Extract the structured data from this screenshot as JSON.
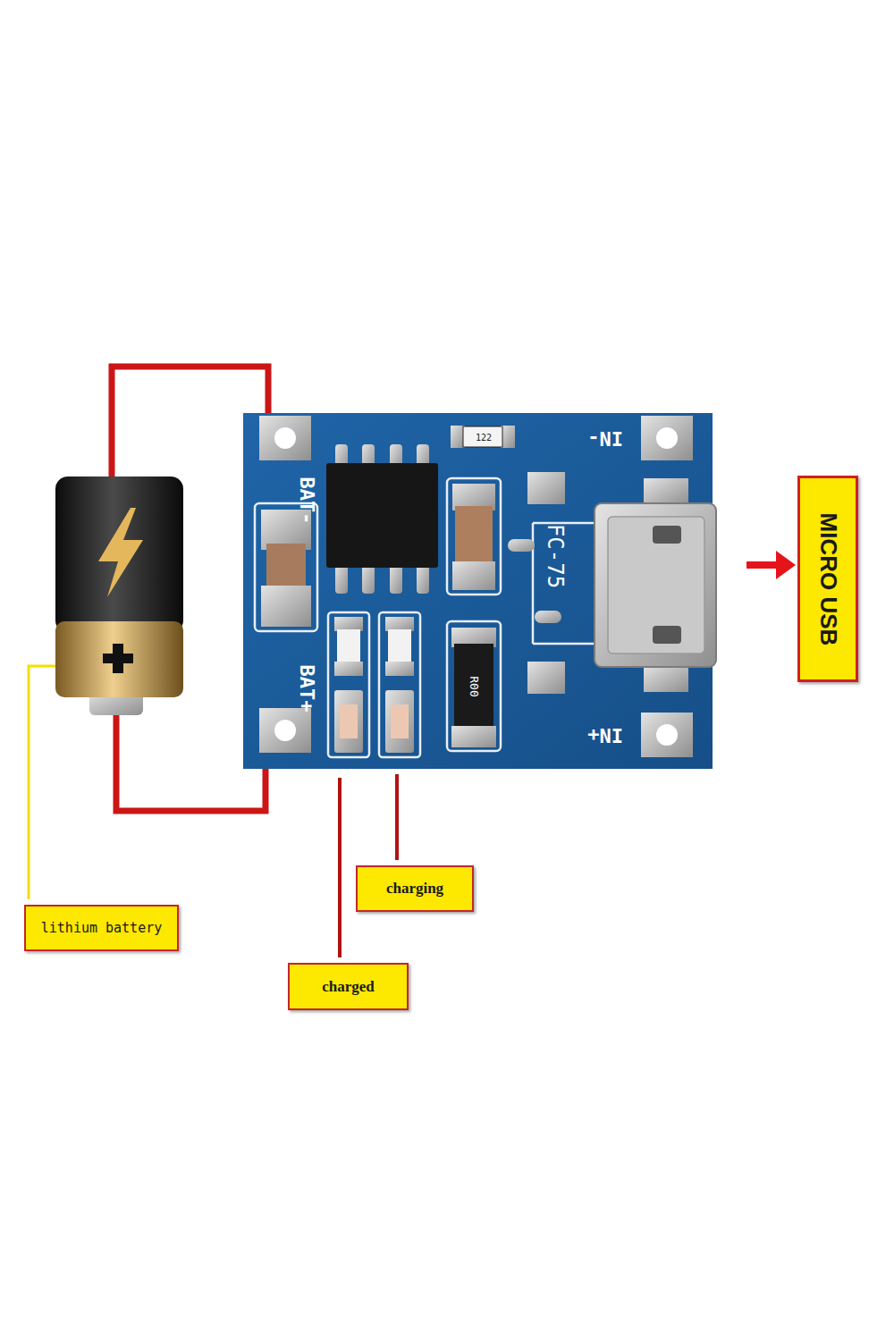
{
  "diagram": {
    "nodes": [
      {
        "text": [
          "MICRO USB"
        ]
      },
      {
        "text": [
          "charging"
        ]
      },
      {
        "text": [
          "lithium battery"
        ]
      },
      {
        "text": [
          "charged"
        ]
      }
    ],
    "labels": [
      "122",
      "IN-",
      "BAT-",
      "FC-75",
      "R00",
      "BAT+",
      "IN+"
    ]
  }
}
